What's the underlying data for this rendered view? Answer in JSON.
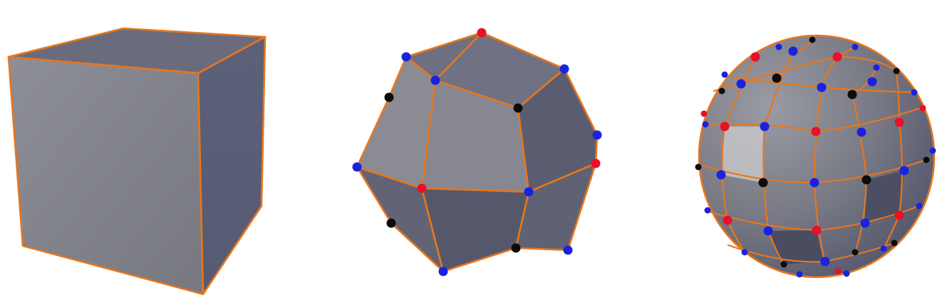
{
  "figure": {
    "panels": [
      {
        "id": "cube",
        "shape": "cube",
        "subdivision_level": 0
      },
      {
        "id": "level-1",
        "shape": "subdivided-polyhedron",
        "subdivision_level": 1
      },
      {
        "id": "level-2",
        "shape": "subdivided-sphere",
        "subdivision_level": 2
      }
    ]
  },
  "colors": {
    "background": "#ffffff",
    "edge": "#e8761c",
    "face_light": "#8a8b94",
    "face_mid": "#6e7080",
    "face_dark": "#55586b",
    "vertex_red": "#e8102a",
    "vertex_blue": "#1a22e0",
    "vertex_black": "#0c0c0c"
  }
}
